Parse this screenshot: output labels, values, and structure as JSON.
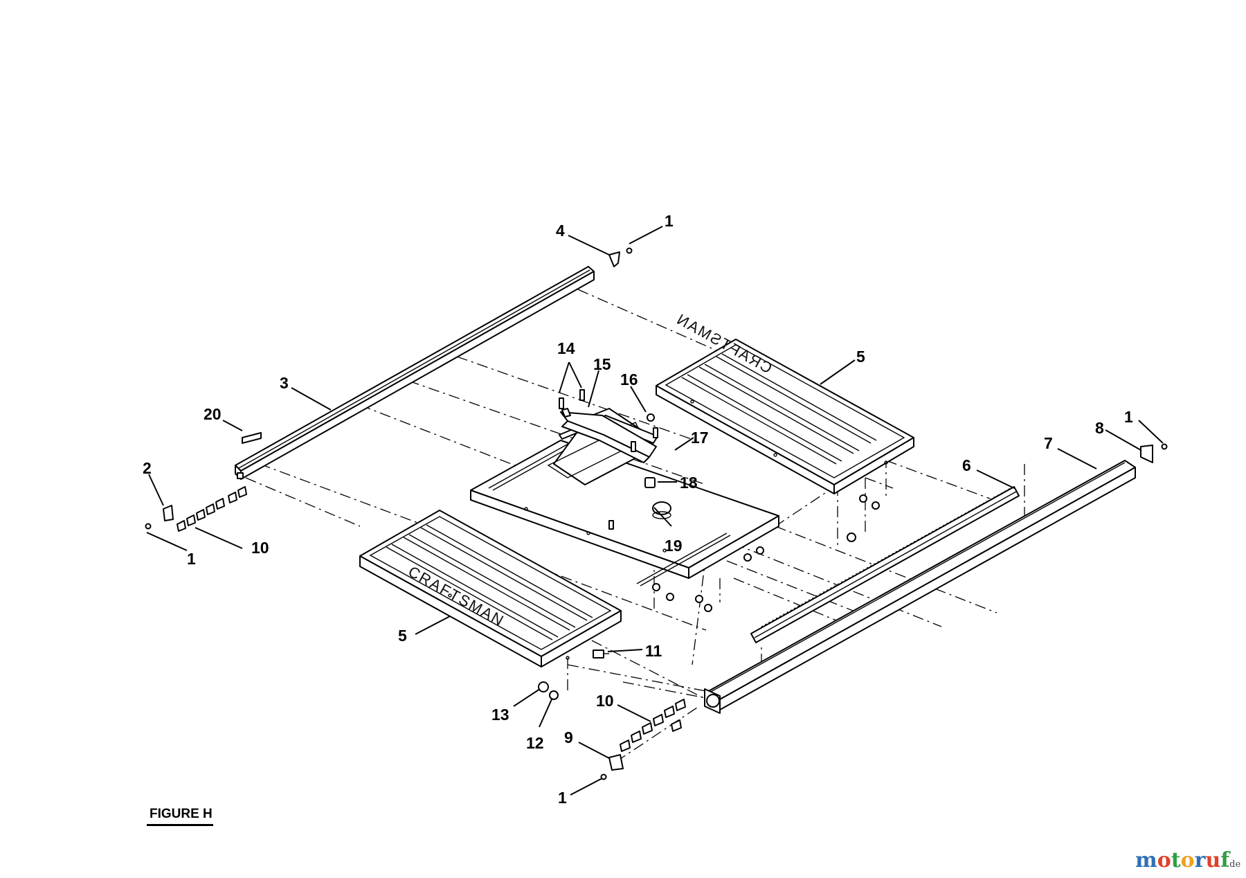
{
  "figure": {
    "label": "FIGURE H"
  },
  "stamps": {
    "left_extension": "CRAFTSMAN",
    "right_extension": "CRAFTSMAN"
  },
  "callouts": {
    "c1_top": "1",
    "c4": "4",
    "c3": "3",
    "c20": "20",
    "c2": "2",
    "c1_left": "1",
    "c10_left": "10",
    "c14": "14",
    "c15": "15",
    "c16": "16",
    "c17": "17",
    "c18": "18",
    "c19": "19",
    "c5_right": "5",
    "c5_left": "5",
    "c11": "11",
    "c13": "13",
    "c12": "12",
    "c10_bottom": "10",
    "c9": "9",
    "c1_bottom": "1",
    "c6": "6",
    "c7": "7",
    "c8": "8",
    "c1_right": "1"
  },
  "watermark": {
    "letters": [
      "m",
      "o",
      "t",
      "o",
      "r",
      "u",
      "f"
    ],
    "letter_colors": [
      "#2f6fb5",
      "#e0402a",
      "#2f9e44",
      "#f0a020",
      "#2f6fb5",
      "#e0402a",
      "#2f9e44"
    ],
    "suffix": ".de"
  }
}
